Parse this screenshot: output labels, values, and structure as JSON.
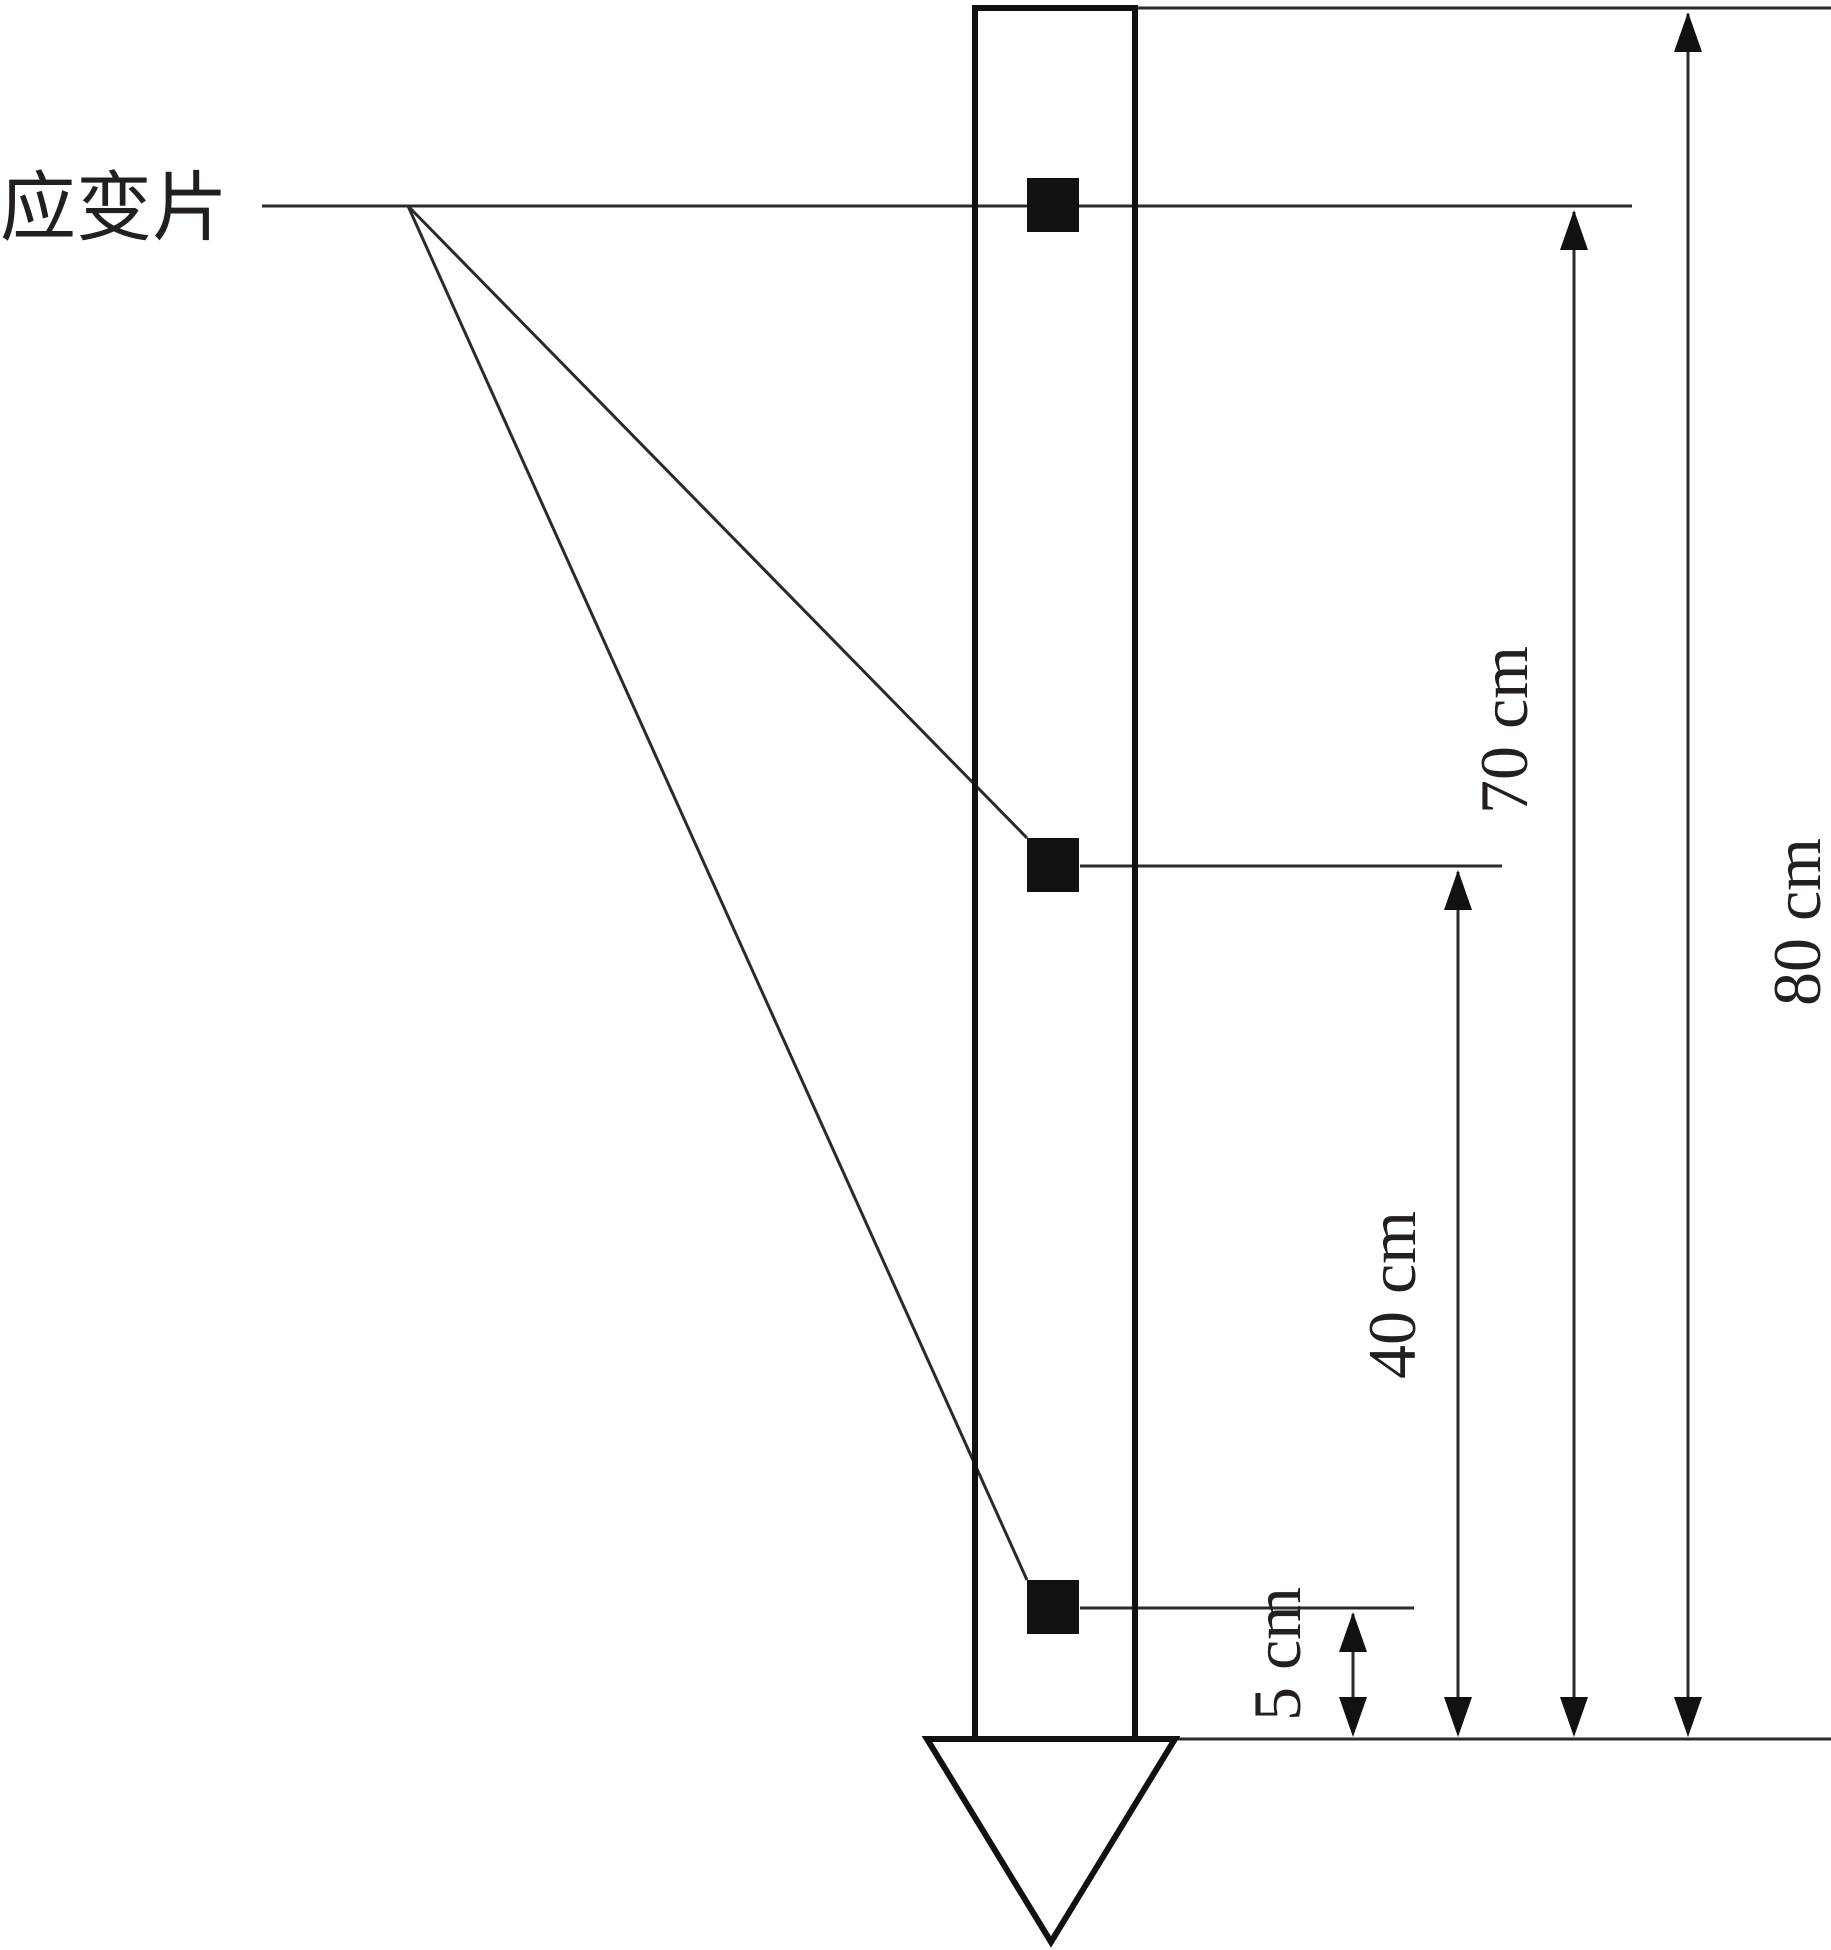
{
  "gauge_label": "应变片",
  "gauges": [
    {
      "position_cm": 70
    },
    {
      "position_cm": 40
    },
    {
      "position_cm": 5
    }
  ],
  "dimensions": [
    {
      "value_cm": 5,
      "label": "5 cm"
    },
    {
      "value_cm": 40,
      "label": "40 cm"
    },
    {
      "value_cm": 70,
      "label": "70 cm"
    },
    {
      "value_cm": 80,
      "label": "80 cm"
    }
  ],
  "rod_length_cm": 80
}
